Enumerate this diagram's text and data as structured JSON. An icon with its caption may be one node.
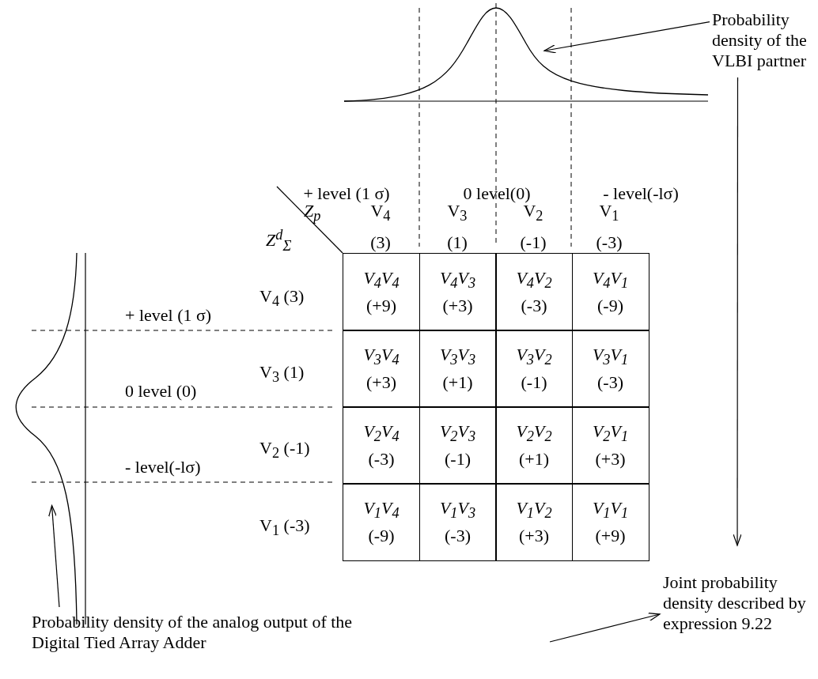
{
  "diagram": {
    "nodes": [
      {
        "text": [
          "Probability density of the VLBI partner"
        ]
      },
      {
        "text": [],
        "shape": "curve"
      },
      {
        "text": [
          "V$_{4}$V$_{4}$",
          "(+9)"
        ]
      },
      {
        "text": [
          "V$_{4}$V$_{3}$",
          "(+3)"
        ]
      },
      {
        "text": [
          "V$_{4}$V$_{2}$",
          "(-3)"
        ]
      },
      {
        "text": [
          "V$_{4}$V$_{1}$",
          "(-9)"
        ]
      },
      {
        "text": [
          "V$_{3}$V$_{4}$",
          "(+3)"
        ]
      },
      {
        "text": [
          "V$_{3}$V$_{3}$",
          "(+1)"
        ]
      },
      {
        "text": [
          "V$_{3}$V$_{2}$",
          "(-1)"
        ]
      },
      {
        "text": [
          "V$_{3}$V$_{1}$",
          "(-3)"
        ]
      },
      {
        "text": [
          "V$_{2}$V$_{4}$",
          "(-3)"
        ]
      },
      {
        "text": [
          "V$_{2}$V$_{3}$",
          "(-1)"
        ]
      },
      {
        "text": [
          "V$_{2}$V$_{2}$",
          "(+1)"
        ]
      },
      {
        "text": [
          "V$_{2}$V$_{1}$",
          "(+3)"
        ]
      },
      {
        "text": [
          "V$_{1}$V$_{4}$",
          "(-9)"
        ]
      },
      {
        "text": [
          "V$_{1}$V$_{3}$",
          "(-3)"
        ]
      },
      {
        "text": [
          "V$_{1}$V$_{2}$",
          "(+3)"
        ]
      },
      {
        "text": [
          "V$_{1}$V$_{1}$",
          "(+9)"
        ]
      },
      {
        "text": [],
        "shape": "curve"
      },
      {
        "text": [
          "Probability density of the analog output of the Digital Tied Array Adder"
        ]
      },
      {
        "text": [
          "Joint probability density described by expression 9.22"
        ]
      }
    ],
    "edges": [
      {
        "from": 0,
        "to": 1,
        "arrow": "to"
      },
      {
        "from": 0,
        "to": null,
        "arrow": "to"
      },
      {
        "from": 19,
        "to": 18,
        "arrow": "to"
      },
      {
        "from": null,
        "to": 20,
        "arrow": "to"
      }
    ],
    "labels": [
      "+ level (1 σ)",
      "0 level(0)",
      "- level(-lσ)",
      "Z$_{p}$",
      "V$_{4}$ (3)",
      "V$_{3}$ (1)",
      "V$_{2}$ (-1)",
      "V$_{1}$ (-3)",
      "Z$^{d}$$_{Σ}$",
      "V$_{4}$ (3)",
      "+ level (1 σ)",
      "V$_{3}$ (1)",
      "0 level (0)",
      "V$_{2}$ (-1)",
      "- level(-lσ)",
      "V$_{1}$ (-3)"
    ]
  }
}
